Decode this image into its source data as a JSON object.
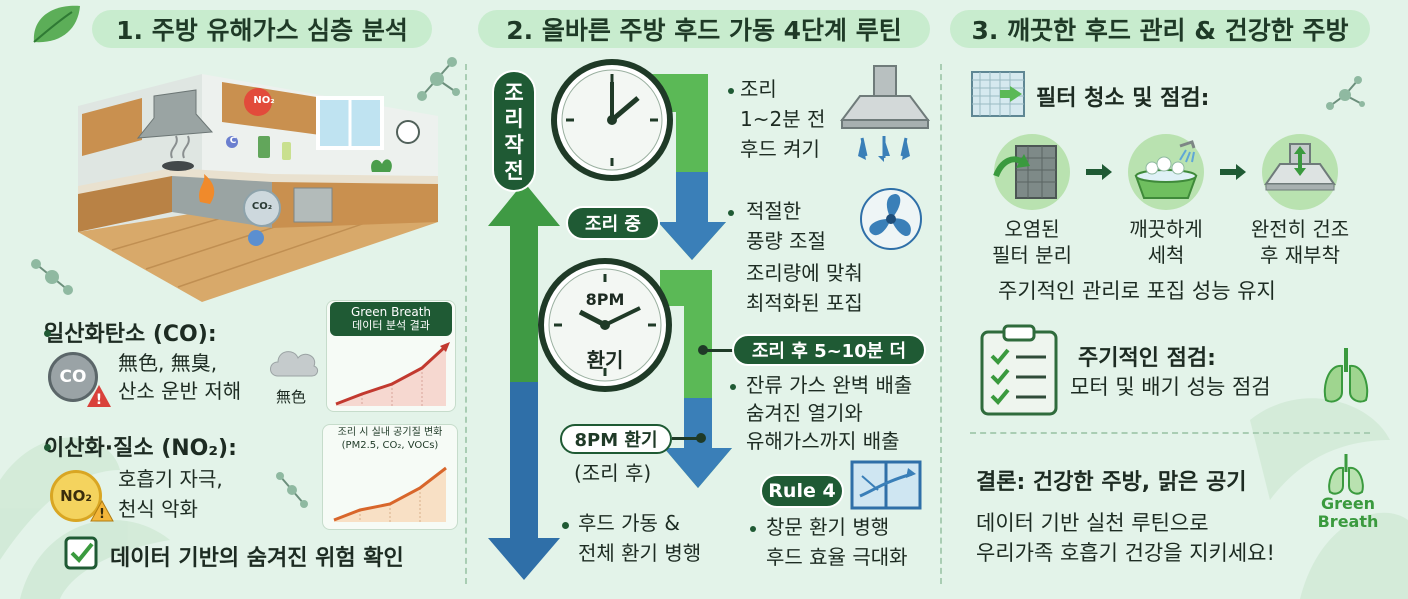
{
  "colors": {
    "background": "#e3f3e9",
    "title_pill": "#c8ecce",
    "dark_green": "#1f5a34",
    "mid_green": "#57b553",
    "blue_arrow": "#3a7fb8",
    "warning_red": "#d9413b",
    "yellow_badge": "#f4d35e"
  },
  "section1": {
    "title": "1. 주방 유해가스 심층 분석",
    "kitchen_labels": {
      "no2": "NO₂",
      "co2": "CO₂",
      "co_small": "C"
    },
    "co": {
      "title": "일산화탄소 (CO):",
      "badge": "CO",
      "desc_line1": "無色, 無臭,",
      "desc_line2": "산소 운반 저해",
      "cloud_label": "無色"
    },
    "chart1": {
      "header_line1": "Green Breath",
      "header_line2": "데이터 분석 결과"
    },
    "no2": {
      "title": "이산화·질소 (NO₂):",
      "badge": "NO₂",
      "desc_line1": "호흡기 자극,",
      "desc_line2": "천식 악화"
    },
    "chart2": {
      "header_line1": "조리 시 실내 공기질 변화",
      "header_line2": "(PM2.5, CO₂, VOCs)"
    },
    "check_text": "데이터 기반의 숨겨진 위험 확인",
    "icons": [
      "leaf-icon",
      "molecule-icon",
      "warning-icon",
      "cloud-icon",
      "check-icon"
    ]
  },
  "section2": {
    "title": "2. 올바른 주방 후드 가동 4단계 루틴",
    "left_arrow_label": "조리작전",
    "step1": {
      "line1": "조리",
      "line2": "1~2분 전",
      "line3": "후드 켜기"
    },
    "cooking_pill": "조리 중",
    "step2": {
      "line1": "적절한",
      "line2": "풍량 조절",
      "line3": "조리량에 맞춰",
      "line4": "최적화된 포집"
    },
    "clock2_top": "8PM",
    "clock2_bottom": "환기",
    "step3_pill": "조리 후 5~10분 더",
    "step3": {
      "line1": "잔류 가스 완벽 배출",
      "line2": "숨겨진 열기와",
      "line3": "유해가스까지 배출"
    },
    "vent_pill": "8PM 환기",
    "vent_sub": "(조리 후)",
    "rule4_pill": "Rule 4",
    "step4": {
      "line1": "창문 환기 병행",
      "line2": "후드 효율 극대화"
    },
    "bottom_left": {
      "line1": "후드 가동 &",
      "line2": "전체 환기 병행"
    },
    "icons": [
      "clock-icon",
      "range-hood-icon",
      "fan-icon",
      "window-icon"
    ]
  },
  "section3": {
    "title": "3. 깨끗한 후드 관리 & 건강한 주방",
    "filter_title": "필터 청소 및 점검:",
    "steps": [
      {
        "line1": "오염된",
        "line2": "필터 분리"
      },
      {
        "line1": "깨끗하게",
        "line2": "세척"
      },
      {
        "line1": "완전히 건조",
        "line2": "후 재부착"
      }
    ],
    "filter_summary": "주기적인 관리로 포집 성능 유지",
    "inspect_title": "주기적인 점검:",
    "inspect_desc": "모터 및 배기 성능 점검",
    "conclusion_title": "결론: 건강한 주방, 맑은 공기",
    "conclusion_line1": "데이터 기반 실천 루틴으로",
    "conclusion_line2": "우리가족 호흡기 건강을 지키세요!",
    "brand_line1": "Green",
    "brand_line2": "Breath",
    "icons": [
      "filter-icon",
      "basin-icon",
      "hood-icon",
      "checklist-icon",
      "lungs-icon"
    ]
  }
}
